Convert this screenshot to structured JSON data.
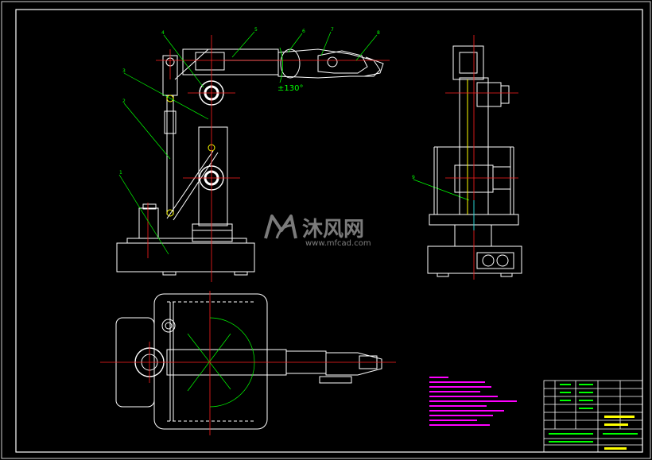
{
  "drawing": {
    "background": "#000000",
    "colors": {
      "outline": "#ffffff",
      "centerline": "#ff2020",
      "leader": "#00ff00",
      "notes": "#ff00ff",
      "accent": "#ffff00",
      "cyan": "#00ffff"
    },
    "angle_dimension": "±130°",
    "balloons": [
      "1",
      "2",
      "3",
      "4",
      "5",
      "6",
      "7",
      "8",
      "9"
    ],
    "watermark": {
      "cn": "沐风网",
      "url": "www.mfcad.com",
      "logo": "mf-logo-icon"
    }
  }
}
